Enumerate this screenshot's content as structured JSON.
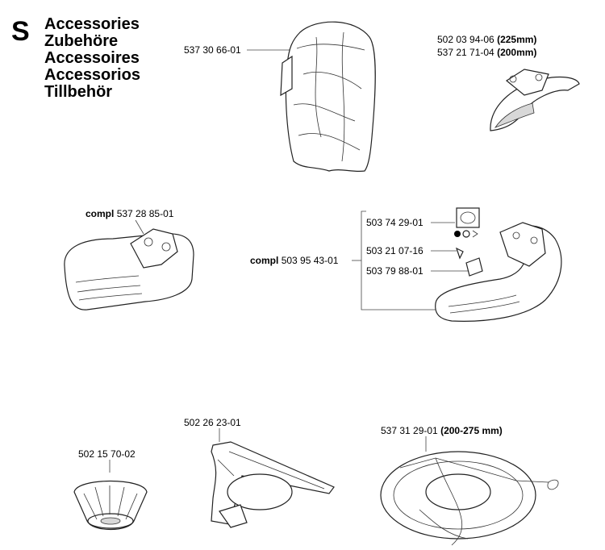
{
  "section_letter": "S",
  "titles": [
    "Accessories",
    "Zubehöre",
    "Accessoires",
    "Accessorios",
    "Tillbehör"
  ],
  "labels": {
    "bag": "537 30 66-01",
    "guard_a_code": "502 03 94-06",
    "guard_a_size": "(225mm)",
    "guard_b_code": "537 21 71-04",
    "guard_b_size": "(200mm)",
    "left_guard_prefix": "compl",
    "left_guard_code": "537 28 85-01",
    "right_guard_prefix": "compl",
    "right_guard_code": "503 95 43-01",
    "sub1": "503 74 29-01",
    "sub2": "503 21 07-16",
    "sub3": "503 79 88-01",
    "cup": "502 15 70-02",
    "plate": "502 26 23-01",
    "harness_code": "537 31 29-01",
    "harness_size": "(200-275 mm)"
  }
}
